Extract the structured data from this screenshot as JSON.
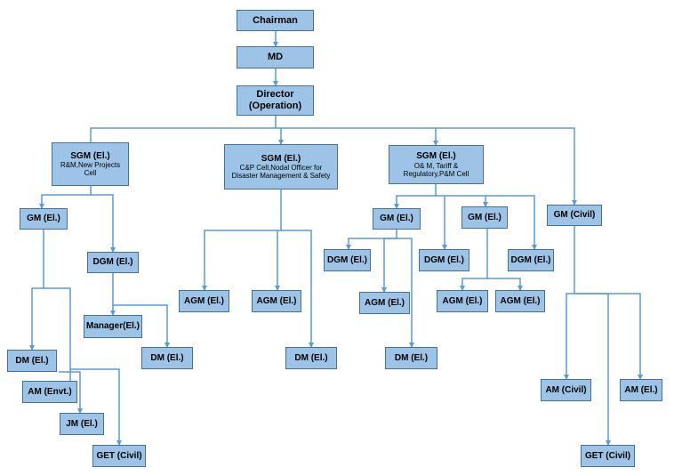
{
  "org_chart": {
    "colors": {
      "box_fill": "#9dc3e6",
      "box_border": "#41719c",
      "connector": "#5b9bd5"
    },
    "nodes": {
      "chairman": {
        "title": "Chairman"
      },
      "md": {
        "title": "MD"
      },
      "director": {
        "title": "Director",
        "subtitle": "(Operation)"
      },
      "sgm1": {
        "title": "SGM (El.)",
        "detail": "R&M,New Projects Cell"
      },
      "sgm2": {
        "title": "SGM (El.)",
        "detail": "C&P Cell,Nodal Officer for Disaster Management & Safety"
      },
      "sgm3": {
        "title": "SGM (El.)",
        "detail": "O& M, Tariff & Regulatory,P&M Cell"
      },
      "gm_civil": {
        "title": "GM (Civil)"
      },
      "gm1": {
        "title": "GM (El.)"
      },
      "dgm1": {
        "title": "DGM (El.)"
      },
      "manager1": {
        "title": "Manager(El.)"
      },
      "dm1": {
        "title": "DM (El.)"
      },
      "dm_mgr": {
        "title": "DM (El.)"
      },
      "am_envt": {
        "title": "AM (Envt.)"
      },
      "jm1": {
        "title": "JM (El.)"
      },
      "get1": {
        "title": "GET (Civil)"
      },
      "agm_c1": {
        "title": "AGM (El.)"
      },
      "agm_c2": {
        "title": "AGM (El.)"
      },
      "dm_c": {
        "title": "DM (El.)"
      },
      "gm3a": {
        "title": "GM (El.)"
      },
      "gm3b": {
        "title": "GM (El.)"
      },
      "dgm3_mid": {
        "title": "DGM (El.)"
      },
      "dgm3_right": {
        "title": "DGM (El.)"
      },
      "dgm3a": {
        "title": "DGM (El.)"
      },
      "agm3a": {
        "title": "AGM (El.)"
      },
      "dm3a": {
        "title": "DM (El.)"
      },
      "agm3b1": {
        "title": "AGM (El.)"
      },
      "agm3b2": {
        "title": "AGM (El.)"
      },
      "am_civil": {
        "title": "AM (Civil)"
      },
      "am_el": {
        "title": "AM (El.)"
      },
      "get_civil": {
        "title": "GET (Civil)"
      }
    }
  }
}
